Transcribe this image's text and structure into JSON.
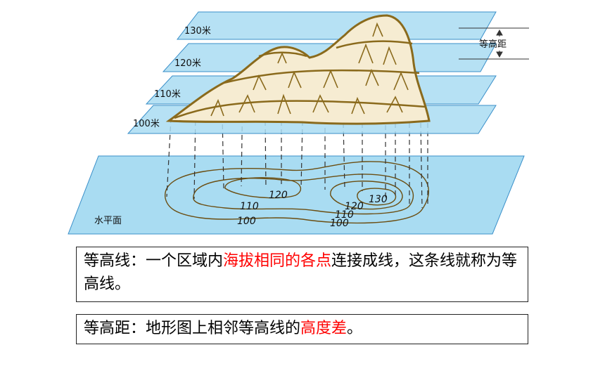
{
  "diagram": {
    "plane_labels": [
      "130米",
      "120米",
      "110米",
      "100米"
    ],
    "base_label": "水平面",
    "interval_label": "等高距",
    "contour_labels": [
      "120",
      "110",
      "100",
      "130",
      "120",
      "110",
      "100"
    ],
    "colors": {
      "plane_fill": "#a9dcf2",
      "plane_stroke": "#3a8fc9",
      "terrain": "#8a6a1c",
      "terrain_fill": "#f6ecd2",
      "contour": "#6b4e12"
    }
  },
  "definitions": [
    {
      "term": "等高线：",
      "text_before": "一个区域内",
      "highlight": "海拔相同的各点",
      "text_after": "连接成线，这条线就称为等高线。"
    },
    {
      "term": "等高距：",
      "text_before": "地形图上相邻等高线的",
      "highlight": "高度差",
      "text_after": "。"
    }
  ]
}
